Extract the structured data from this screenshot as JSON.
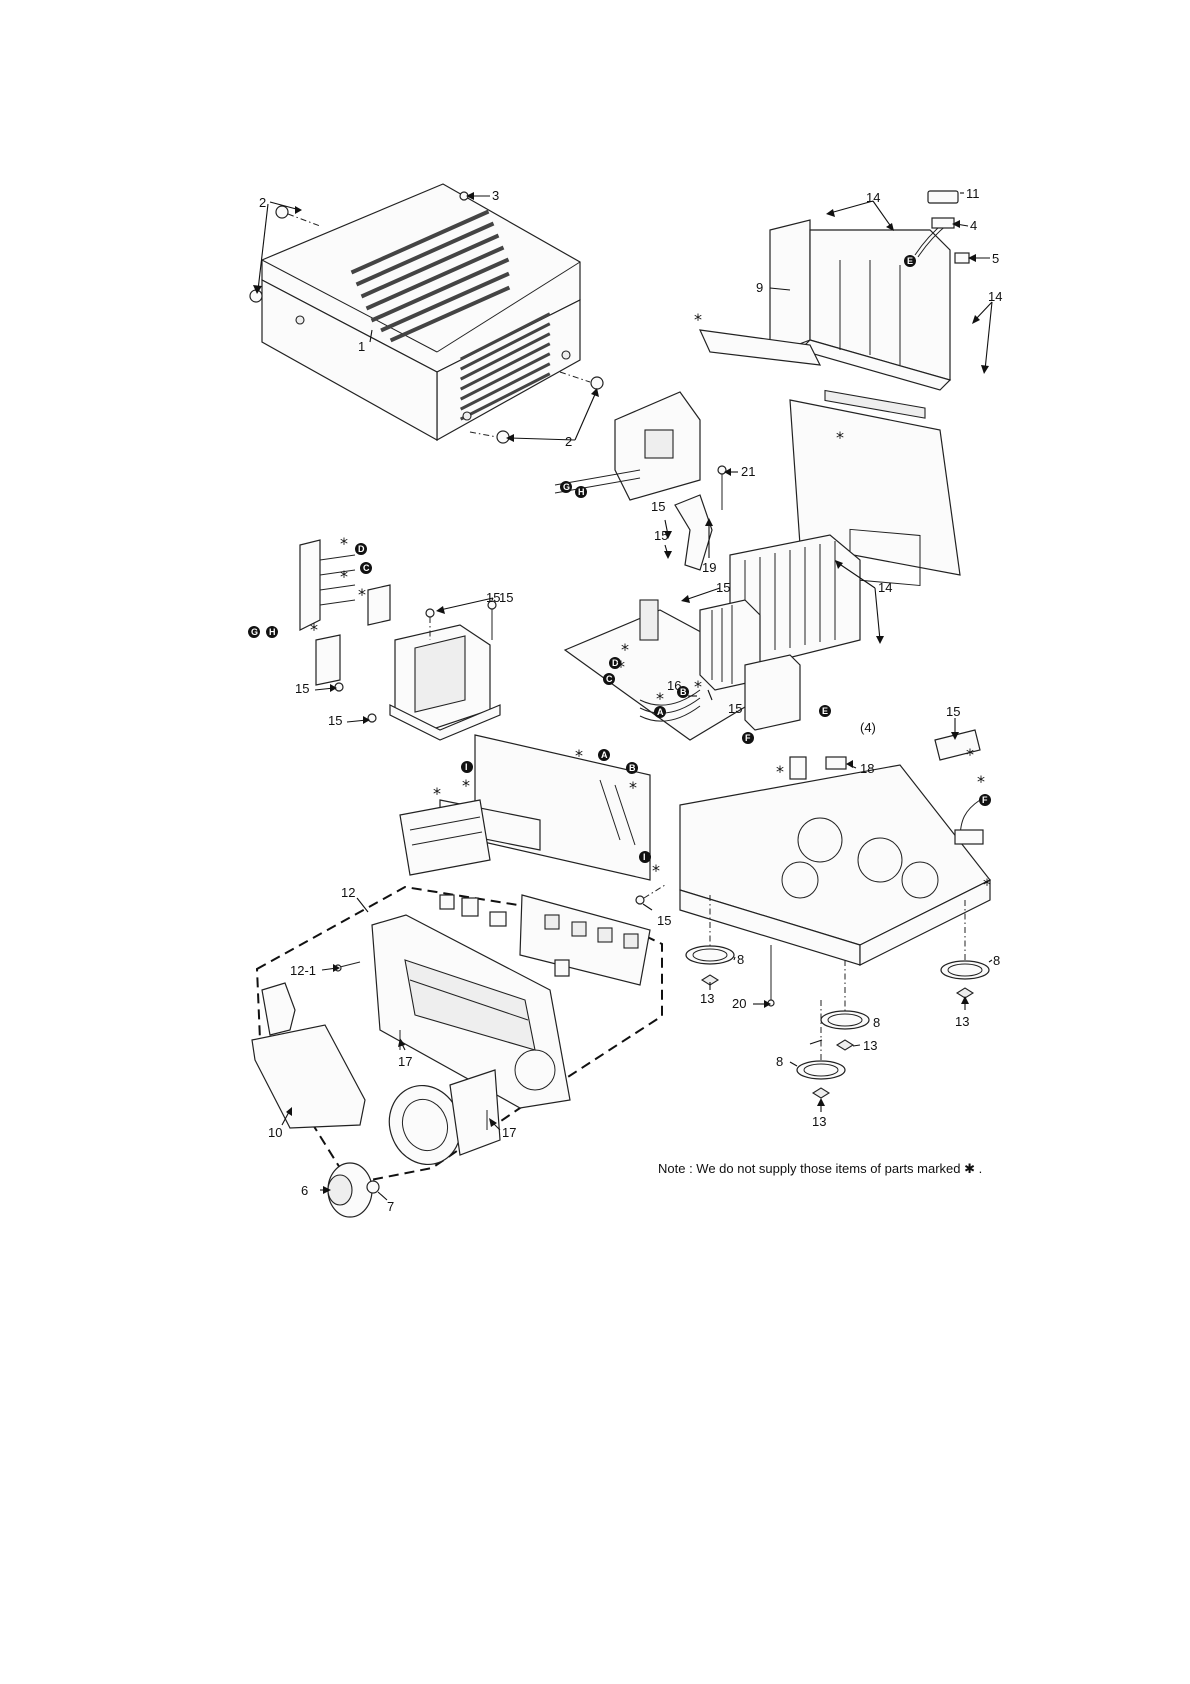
{
  "labels": {
    "l1": "1",
    "l2a": "2",
    "l2b": "2",
    "l3": "3",
    "l4": "4",
    "l5": "5",
    "l6": "6",
    "l7": "7",
    "l8a": "8",
    "l8b": "8",
    "l8c": "8",
    "l8d": "8",
    "l9": "9",
    "l10": "10",
    "l11": "11",
    "l12": "12",
    "l12_1": "12-1",
    "l13a": "13",
    "l13b": "13",
    "l13c": "13",
    "l13d": "13",
    "l14a": "14",
    "l14b": "14",
    "l14c": "14",
    "l15a": "15",
    "l15b": "15",
    "l15c": "15",
    "l15d": "15",
    "l15e": "15",
    "l15f": "15",
    "l15g": "15",
    "l15h": "15",
    "l15i": "15",
    "l15j": "15",
    "l16": "16",
    "l17a": "17",
    "l17b": "17",
    "l18": "18",
    "l19": "19",
    "l20": "20",
    "l21": "21",
    "l4p": "(4)"
  },
  "connectors": {
    "A": "A",
    "B": "B",
    "C": "C",
    "D": "D",
    "E": "E",
    "F": "F",
    "G": "G",
    "H": "H",
    "I": "I"
  },
  "asterisk": "*",
  "note": "Note : We do not supply those items of parts marked ✱ ."
}
